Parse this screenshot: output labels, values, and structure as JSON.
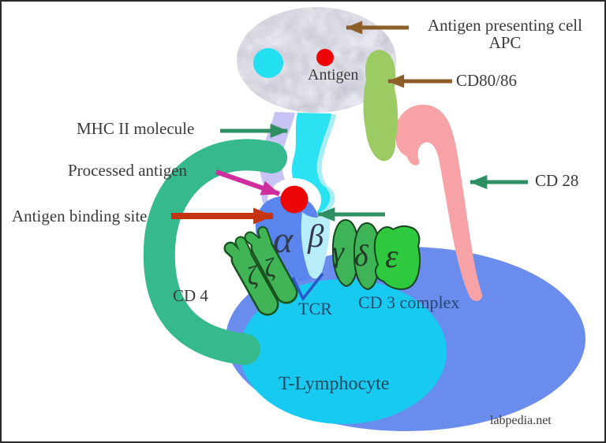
{
  "diagram": {
    "labels": {
      "antigen_presenting_cell_line1": "Antigen presenting cell",
      "antigen_presenting_cell_line2": "APC",
      "antigen": "Antigen",
      "cd80_86": "CD80/86",
      "cd28": "CD 28",
      "mhc_ii": "MHC II molecule",
      "processed_antigen": "Processed antigen",
      "antigen_binding_site": "Antigen binding site",
      "cd4": "CD 4",
      "tcr": "TCR",
      "cd3_complex": "CD 3 complex",
      "t_lymphocyte": "T-Lymphocyte"
    },
    "greek": {
      "alpha": "α",
      "beta": "β",
      "gamma": "γ",
      "delta": "δ",
      "epsilon": "ε",
      "zeta_left": "ζ",
      "zeta_right": "ζ"
    },
    "watermark": "labpedia.net",
    "colors": {
      "apc_body": "#e6e6ef",
      "apc_mottle": "#8c8ca1",
      "apc_vesicle_cyan": "#22dff2",
      "antigen_red": "#ee0606",
      "cd80_86_green": "#9ccb63",
      "cd28_pink": "#f6a2a6",
      "cd4_green": "#36b98c",
      "mhc_lavender": "#c6c3f4",
      "mhc_cyan_chain": "#2be2f2",
      "mhc_cyan_fringe": "#a6edf5",
      "tcr_alpha_blue": "#5b85ee",
      "tcr_beta_pale": "#b8edfb",
      "cd3_green": "#3eb457",
      "cd3_epsilon_green": "#2fc93f",
      "zeta_green": "#41b556",
      "t_cell_outer_blue": "#6a8ced",
      "t_cell_inner_cyan": "#18c9f0",
      "arrow_brown": "#8b5e2a",
      "arrow_green": "#2e8f63",
      "arrow_magenta": "#cf2f9e",
      "arrow_red": "#c63511",
      "tcr_bracket_blue": "#2b57c8",
      "label_dark": "#3b3b3b",
      "label_navy": "#24496e"
    }
  }
}
